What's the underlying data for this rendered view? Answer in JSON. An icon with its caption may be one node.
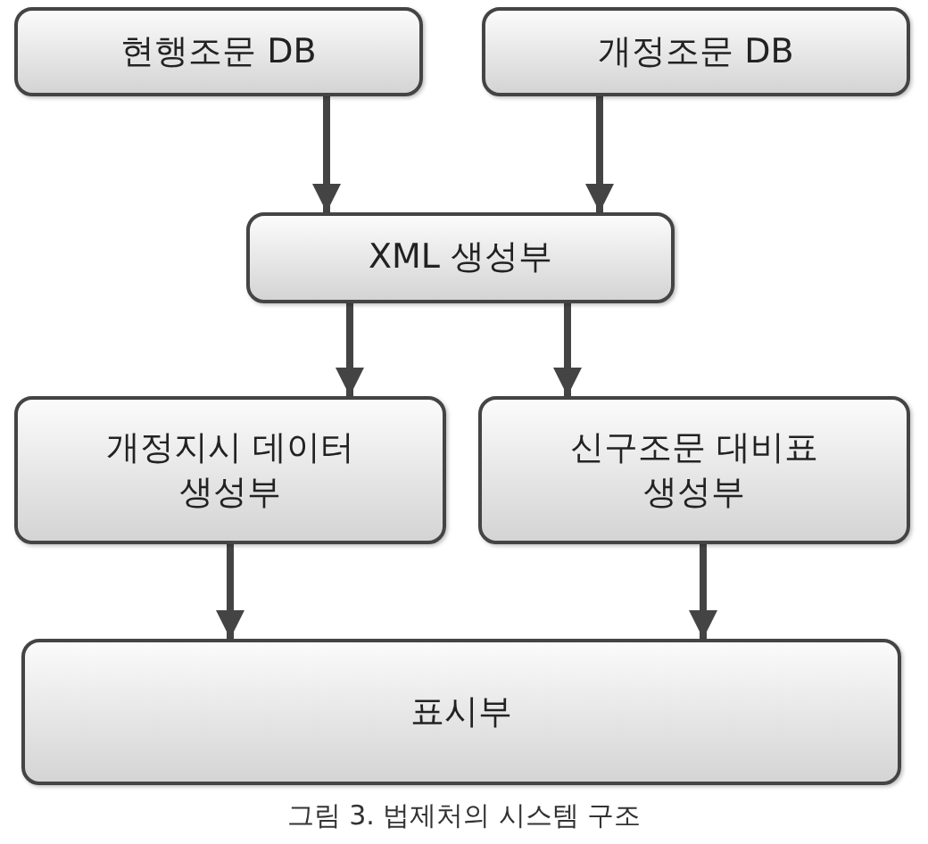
{
  "diagram": {
    "caption": "그림 3. 법제처의 시스템 구조",
    "nodes": [
      {
        "text": [
          "현행조문 DB"
        ]
      },
      {
        "text": [
          "개정조문 DB"
        ]
      },
      {
        "text": [
          "XML 생성부"
        ]
      },
      {
        "text": [
          "개정지시 데이터 생성부"
        ]
      },
      {
        "text": [
          "신구조문 대비표 생성부"
        ]
      },
      {
        "text": [
          "표시부"
        ]
      }
    ],
    "edges": [
      {
        "from": 0,
        "to": 2,
        "arrow": "to"
      },
      {
        "from": 1,
        "to": 2,
        "arrow": "to"
      },
      {
        "from": 2,
        "to": 3,
        "arrow": "to"
      },
      {
        "from": 2,
        "to": 4,
        "arrow": "to"
      },
      {
        "from": 3,
        "to": 5,
        "arrow": "to"
      },
      {
        "from": 4,
        "to": 5,
        "arrow": "to"
      }
    ]
  }
}
